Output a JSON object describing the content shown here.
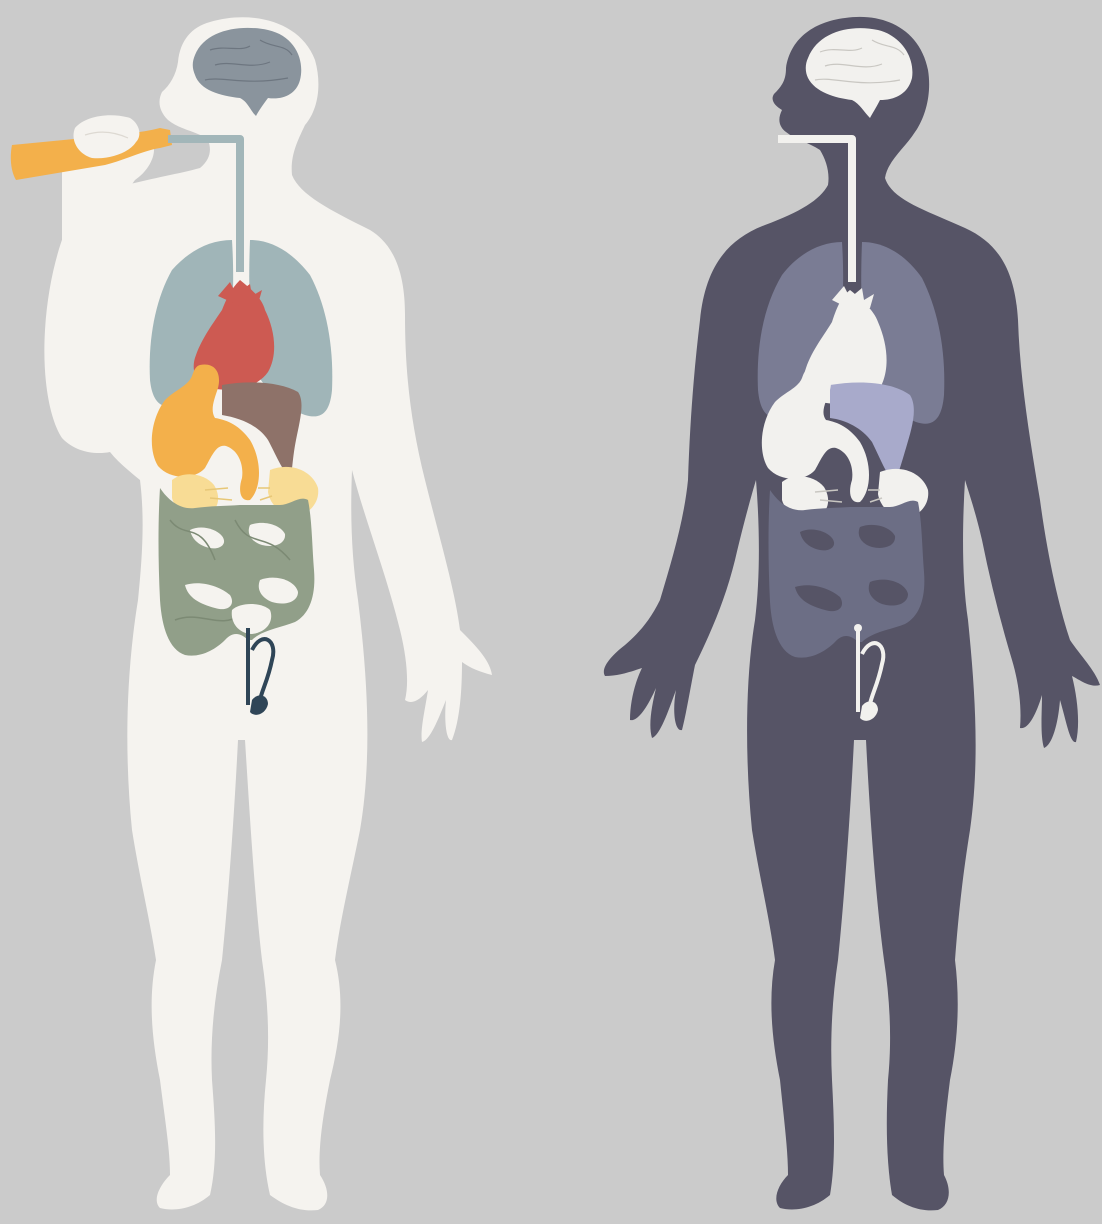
{
  "colors": {
    "background": "#cbcbcb",
    "light_body": "#f5f3ef",
    "dark_body": "#565466",
    "esophagus_light": "#a2b6b9",
    "lungs_light": "#a0b5b8",
    "heart_light": "#cd5a52",
    "liver_light": "#8e7269",
    "stomach_light": "#f3b04b",
    "kidneys_light": "#f8dc95",
    "intestines_light": "#919f89",
    "bladder_light": "#2f4557",
    "bottle": "#f3b04b",
    "brain_light": "#8a949d",
    "brain_dark": "#f2f1ee",
    "lungs_dark": "#7a7c94",
    "organ_dark": "#f2f1ee",
    "liver_dark": "#a8aacb",
    "intestines_dark": "#6c6e85"
  },
  "figures": [
    {
      "id": "drinking-figure",
      "state": "drinking",
      "body_tone": "light"
    },
    {
      "id": "standing-figure",
      "state": "standing",
      "body_tone": "dark"
    }
  ],
  "icons": [
    "brain-icon",
    "bottle-icon",
    "heart-icon",
    "lungs-icon",
    "liver-icon",
    "stomach-icon",
    "kidneys-icon",
    "intestines-icon",
    "bladder-icon"
  ]
}
